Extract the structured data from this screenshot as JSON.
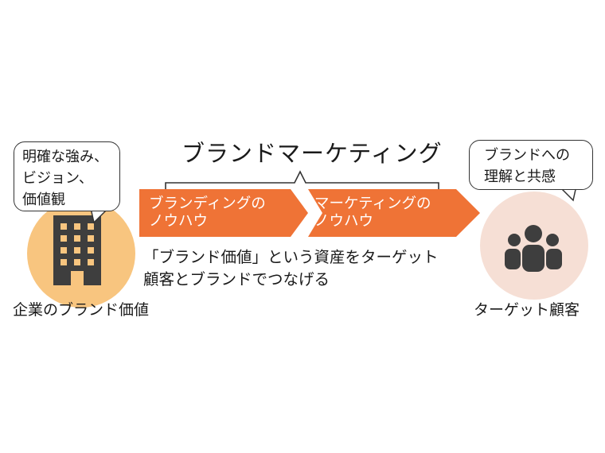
{
  "title": "ブランドマーケティング",
  "left": {
    "bubble_lines": [
      "明確な強み、",
      "ビジョン、",
      "価値観"
    ],
    "label": "企業のブランド価値",
    "icon": "building-icon",
    "circle_color": "#f8c57f"
  },
  "right": {
    "bubble_lines": [
      "ブランドへの",
      "理解と共感"
    ],
    "label": "ターゲット顧客",
    "icon": "people-icon",
    "circle_color": "#f6dfd5"
  },
  "steps": [
    {
      "lines": [
        "ブランディングの",
        "ノウハウ"
      ]
    },
    {
      "lines": [
        "マーケティングの",
        "ノウハウ"
      ]
    }
  ],
  "description_lines": [
    "「ブランド価値」という資産をターゲット",
    "顧客とブランドでつなげる"
  ],
  "colors": {
    "arrow": "#ef7336",
    "icon": "#3e3e3e"
  }
}
